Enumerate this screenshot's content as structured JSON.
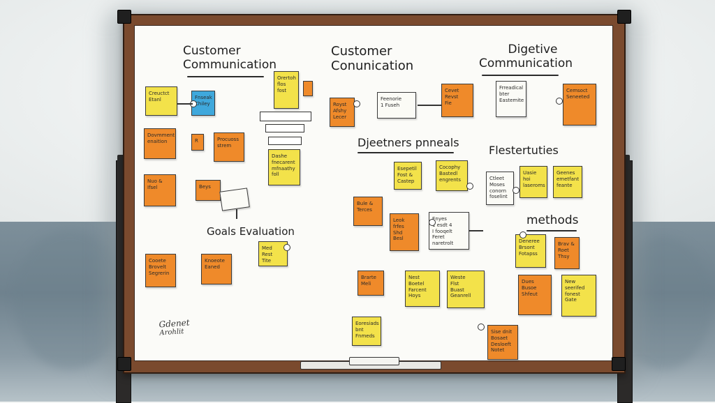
{
  "headings": {
    "customer_communication_1": {
      "line1": "Customer",
      "line2": "Communication"
    },
    "customer_communication_2": {
      "line1": "Customer",
      "line2": "Conunication"
    },
    "digestive_communication": {
      "line1": "Digetive",
      "line2": "Communication"
    },
    "digesters_panels": "Djeetners pnneals",
    "restatuties": "Flestertuties",
    "goals_evaluation": "Goals Evaluation",
    "methods": "methods"
  },
  "signature": {
    "line1": "Gdenet",
    "line2": "Arohlit"
  },
  "notes": [
    {
      "id": "n1",
      "color": "yellow",
      "text": "Creuctct\nEtanl"
    },
    {
      "id": "n2",
      "color": "blue",
      "text": "Fnseak\nChiley"
    },
    {
      "id": "n3",
      "color": "yellow",
      "text": "Orertoh\nflos\nfost"
    },
    {
      "id": "n4",
      "color": "orange",
      "text": ""
    },
    {
      "id": "n5",
      "color": "orange",
      "text": "Dovmment\nenaition"
    },
    {
      "id": "n6",
      "color": "orange",
      "text": "R"
    },
    {
      "id": "n7",
      "color": "orange",
      "text": "Procuoss\nstrem"
    },
    {
      "id": "n8",
      "color": "yellow",
      "text": "Dashe\nfnecarent\nmfnaathy\nfoll"
    },
    {
      "id": "n9",
      "color": "orange",
      "text": "Nuo &\nIfsel"
    },
    {
      "id": "n10",
      "color": "orange",
      "text": "Beys"
    },
    {
      "id": "n11",
      "color": "orange",
      "text": "Cooete\nBrovelt\nSegrerin"
    },
    {
      "id": "n12",
      "color": "orange",
      "text": "Knoeote\nEaned"
    },
    {
      "id": "n13",
      "color": "yellow",
      "text": "Med Rest\nTite"
    },
    {
      "id": "n14",
      "color": "orange",
      "text": "Royst\nAfshy\nLecer"
    },
    {
      "id": "n15",
      "color": "white",
      "text": "Feenorie\n1 Fuseh"
    },
    {
      "id": "n16",
      "color": "orange",
      "text": "Cevet\nRevst\nFie"
    },
    {
      "id": "n17",
      "color": "white",
      "text": "Frreadical\nbter\nEastemite"
    },
    {
      "id": "n18",
      "color": "orange",
      "text": "Cemsoct\nSeneeted"
    },
    {
      "id": "n19",
      "color": "yellow",
      "text": "Esepetil\nFost &\nCastep"
    },
    {
      "id": "n20",
      "color": "yellow",
      "text": "Cocophy\nBastedl\nengrents"
    },
    {
      "id": "n21",
      "color": "white",
      "text": "Ctleet\nMoses\nconorn\nfoselint"
    },
    {
      "id": "n22",
      "color": "yellow",
      "text": "Uasie\nhoi\nlaseroms"
    },
    {
      "id": "n23",
      "color": "yellow",
      "text": "Geenes\nemetfant\nfeante"
    },
    {
      "id": "n24",
      "color": "orange",
      "text": "Bule &\nTerces"
    },
    {
      "id": "n25",
      "color": "orange",
      "text": "Leok\nfrfes\nShd\nBesl"
    },
    {
      "id": "n26",
      "color": "white",
      "text": "Enyes\n1 esdt 4\nI fooqelt\nFeret\nnaretrolt"
    },
    {
      "id": "n27",
      "color": "yellow",
      "text": "Deneree\nBrsont\nFotapss"
    },
    {
      "id": "n28",
      "color": "orange",
      "text": "Brav &\nRoet\nThsy"
    },
    {
      "id": "n29",
      "color": "orange",
      "text": "Brarte\nMeli"
    },
    {
      "id": "n30",
      "color": "yellow",
      "text": "Nest\nBoetel\nFarcent\nHoys"
    },
    {
      "id": "n31",
      "color": "yellow",
      "text": "Weste\nFlst\nBuast\nGeanrell"
    },
    {
      "id": "n32",
      "color": "orange",
      "text": "Dues\nBusoe\nShfeut"
    },
    {
      "id": "n33",
      "color": "yellow",
      "text": "New\nseerifed\nfonest\nGate"
    },
    {
      "id": "n34",
      "color": "yellow",
      "text": "Eoresiads\nbnt\nFnmeds"
    },
    {
      "id": "n35",
      "color": "orange",
      "text": "Sise dnit\nBosaet\nDesloeft\nNotet"
    }
  ],
  "colors": {
    "frame": "#7a4a2e",
    "board": "#fbfbf8",
    "yellow_note": "#f3e24a",
    "orange_note": "#ef8a2a",
    "blue_note": "#3fa8dc"
  }
}
